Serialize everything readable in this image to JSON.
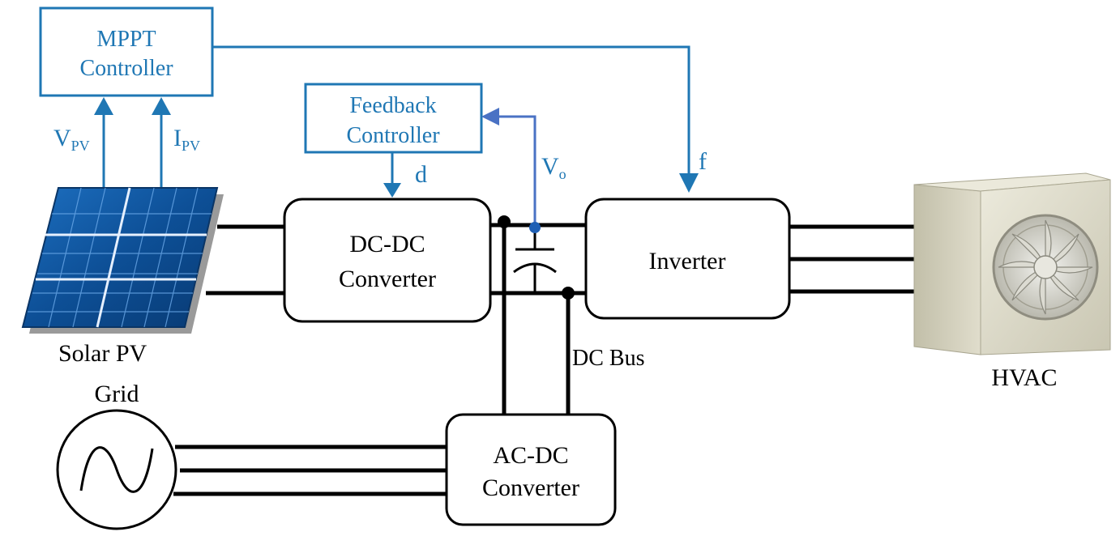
{
  "controllers": {
    "mppt": {
      "line1": "MPPT",
      "line2": "Controller"
    },
    "feedback": {
      "line1": "Feedback",
      "line2": "Controller"
    }
  },
  "blocks": {
    "dcdc": {
      "line1": "DC-DC",
      "line2": "Converter"
    },
    "inverter": {
      "label": "Inverter"
    },
    "acdc": {
      "line1": "AC-DC",
      "line2": "Converter"
    }
  },
  "signals": {
    "vpv": {
      "main": "V",
      "sub": "PV"
    },
    "ipv": {
      "main": "I",
      "sub": "PV"
    },
    "d": "d",
    "vo": {
      "main": "V",
      "sub": "o"
    },
    "f": "f"
  },
  "labels": {
    "solar": "Solar PV",
    "grid": "Grid",
    "dcbus": "DC Bus",
    "hvac": "HVAC"
  },
  "colors": {
    "control": "#1f77b4",
    "feedback_arrow": "#4a72c4",
    "lines": "#000000",
    "pv_panel": "#0d4f96",
    "hvac_body": "#d9d7c6"
  }
}
